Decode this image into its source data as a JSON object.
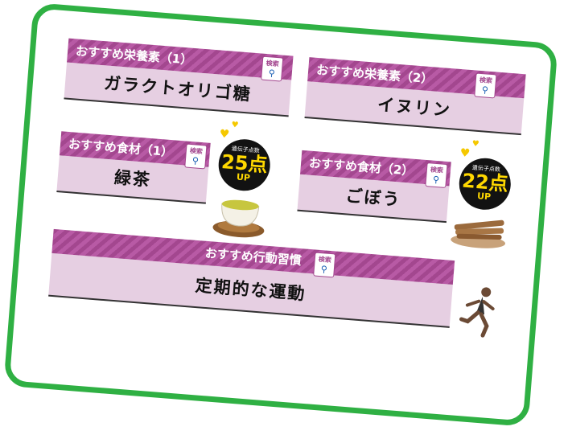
{
  "search_label": "検索",
  "nutrients": [
    {
      "header": "おすすめ栄養素（1）",
      "value": "ガラクトオリゴ糖"
    },
    {
      "header": "おすすめ栄養素（2）",
      "value": "イヌリン"
    }
  ],
  "foods": [
    {
      "header": "おすすめ食材（1）",
      "value": "緑茶",
      "badge_caption": "遺伝子点数",
      "badge_points": "25点",
      "badge_up": "UP",
      "image": "green-tea-cup"
    },
    {
      "header": "おすすめ食材（2）",
      "value": "ごぼう",
      "badge_caption": "遺伝子点数",
      "badge_points": "22点",
      "badge_up": "UP",
      "image": "burdock-root"
    }
  ],
  "behavior": {
    "header": "おすすめ行動習慣",
    "value": "定期的な運動",
    "image": "runner"
  },
  "colors": {
    "frame": "#2fb043",
    "header": "#a3478f",
    "body": "#e6cfe2",
    "badge_number": "#ffd800"
  }
}
